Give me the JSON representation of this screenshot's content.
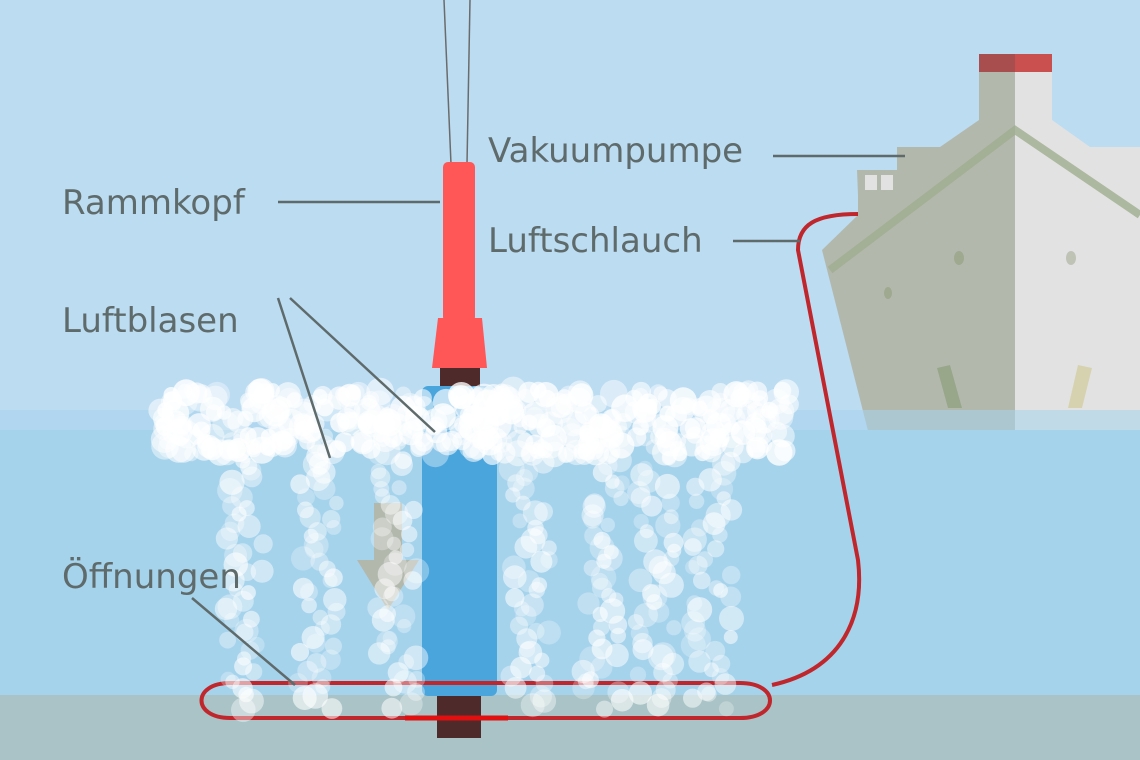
{
  "labels": {
    "ram_head": "Rammkopf",
    "vacuum_pump": "Vakuumpumpe",
    "air_hose": "Luftschlauch",
    "air_bubbles": "Luftblasen",
    "openings": "Öffnungen"
  },
  "colors": {
    "sky": "#bcdcf2",
    "water": "#a6d3ec",
    "seabed": "#a9c3c6",
    "ram_head": "#ff5757",
    "pile": "#4aa5dd",
    "hose": "#c0272d",
    "ship_hull_left": "#b3b8ad",
    "ship_hull_right": "#e2e2e2",
    "ship_keel": "#c45a55",
    "label_text": "#5f6b6b"
  }
}
